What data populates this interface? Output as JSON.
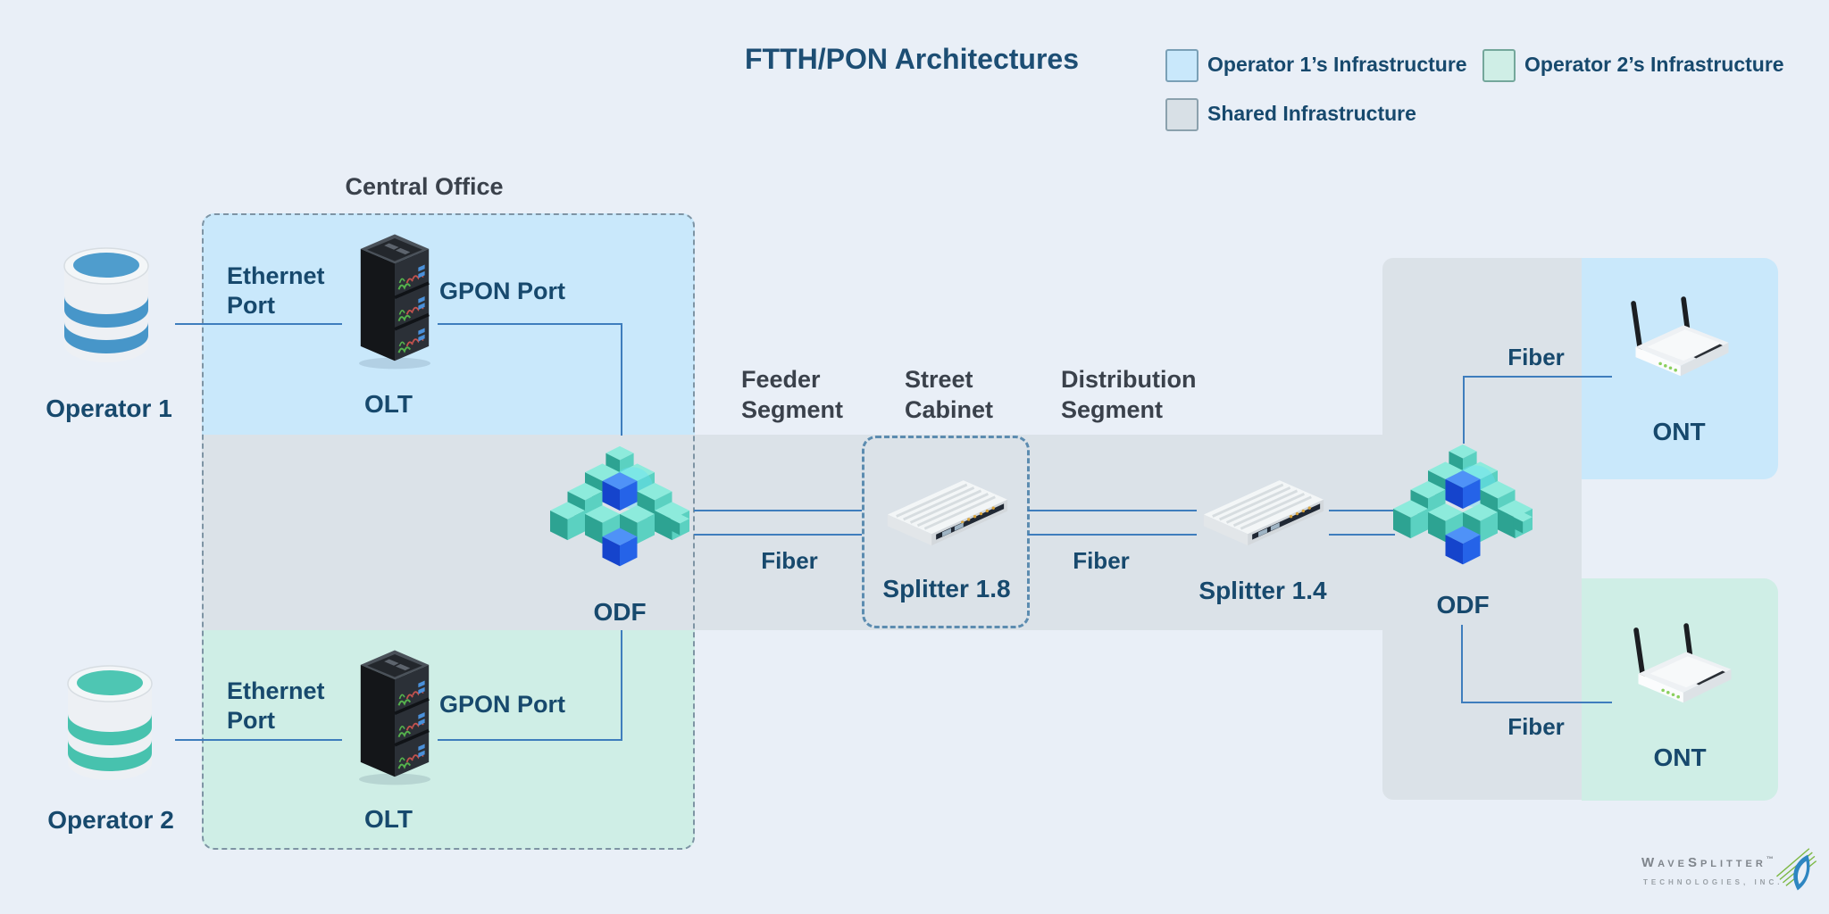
{
  "title": "FTTH/PON Architectures",
  "legend": {
    "operator1": {
      "label": "Operator 1’s Infrastructure",
      "color": "#c9e8fb"
    },
    "operator2": {
      "label": "Operator 2’s Infrastructure",
      "color": "#cfeee6"
    },
    "shared": {
      "label": "Shared Infrastructure",
      "color": "#d8e0e6"
    }
  },
  "regions": {
    "central_office": "Central Office",
    "feeder_segment": "Feeder Segment",
    "street_cabinet": "Street Cabinet",
    "distribution_segment": "Distribution Segment"
  },
  "nodes": {
    "operator1": "Operator 1",
    "operator2": "Operator 2",
    "olt": "OLT",
    "odf": "ODF",
    "splitter_1_8": "Splitter 1.8",
    "splitter_1_4": "Splitter 1.4",
    "ont": "ONT"
  },
  "ports": {
    "ethernet": "Ethernet Port",
    "gpon": "GPON Port"
  },
  "links": {
    "fiber": "Fiber"
  },
  "logo": {
    "brand": "WaveSplitter",
    "tm": "™",
    "subtitle": "TECHNOLOGIES, INC."
  },
  "colors": {
    "background": "#e9eff7",
    "operator1_zone": "#c9e8fb",
    "operator2_zone": "#cfeee6",
    "shared_zone": "#dbe2e8",
    "connection_line": "#3e7dbd",
    "label_navy": "#17496d",
    "label_charcoal": "#3a414b"
  }
}
